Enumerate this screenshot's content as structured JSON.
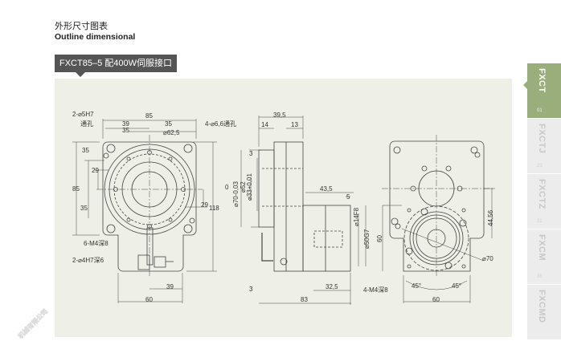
{
  "header": {
    "title_cn": "外形尺寸图表",
    "title_en": "Outline dimensional",
    "model": "FXCT85–5 配400W伺服接口"
  },
  "tabs": [
    {
      "label": "FXCT",
      "num": "01",
      "active": true
    },
    {
      "label": "FXCTJ",
      "num": "23"
    },
    {
      "label": "FXCTZ",
      "num": "31"
    },
    {
      "label": "FXCM",
      "num": "36"
    },
    {
      "label": "FXCMD",
      "num": ""
    }
  ],
  "front": {
    "d1": "2-⌀5H7",
    "d1b": "通孔",
    "d2": "85",
    "d3": "39",
    "d4": "35",
    "d5": "35",
    "d6": "⌀62,5",
    "d7": "4-⌀6,6通孔",
    "d8": "35",
    "d9": "29",
    "d10": "85",
    "d11": "35",
    "d12": "29",
    "d13": "118",
    "d14": "6-M4深8",
    "d15": "2-⌀4H7深6",
    "d16": "39",
    "d17": "60"
  },
  "side": {
    "d1": "39,5",
    "d2": "14",
    "d3": "13",
    "d4": "3",
    "d5": "0",
    "d6": "⌀70-0,03",
    "d7": "⌀52",
    "d8": "⌀33+0,01",
    "d9": "43,5",
    "d10": "5",
    "d11": "⌀14F8",
    "d12": "⌀50G7",
    "d13": "60",
    "d14": "3",
    "d15": "32,5",
    "d16": "83"
  },
  "rear": {
    "d1": "44,56",
    "d2": "⌀70",
    "d3": "4-M4深8",
    "d4": "45°",
    "d5": "45°",
    "d6": "60"
  },
  "watermark": "机械有限公司"
}
